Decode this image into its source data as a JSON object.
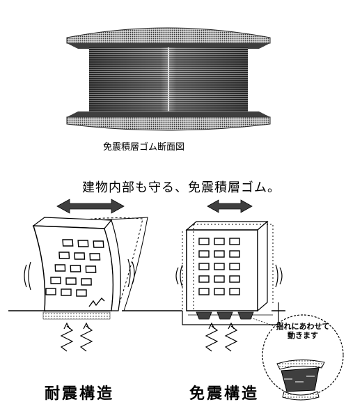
{
  "figure": {
    "bearing_caption": "免震積層ゴム断面図",
    "headline": "建物内部も守る、免震積層ゴム。",
    "left_label": "耐震構造",
    "right_label": "免震構造",
    "bubble_text": [
      "揺れにあわせて",
      "動きます"
    ]
  },
  "colors": {
    "ink": "#000000",
    "tone_dark": "#3a3a3a",
    "tone_mid": "#8a8a8a",
    "tone_light": "#c4c4c4"
  }
}
